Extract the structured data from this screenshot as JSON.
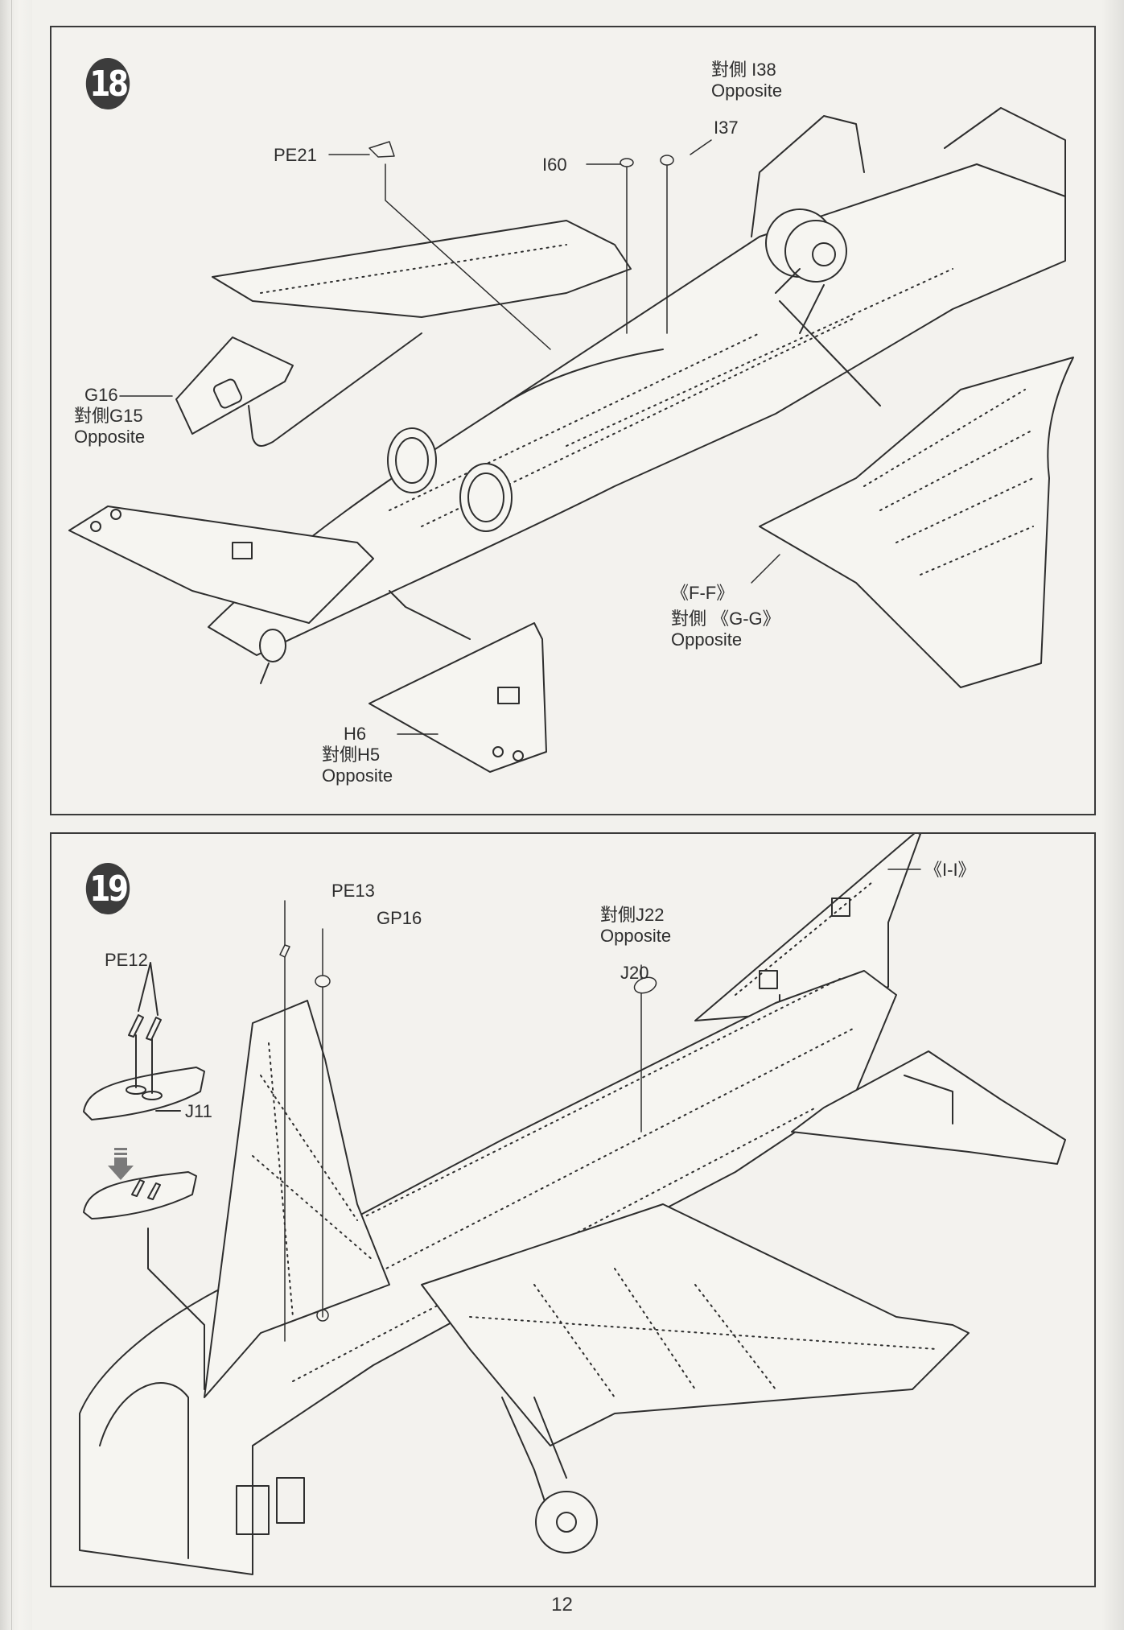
{
  "page": {
    "number": "12"
  },
  "steps": [
    {
      "number": "18",
      "labels": {
        "pe21": "PE21",
        "i38_cn": "對側 I38",
        "i38_en": "Opposite",
        "i37": "I37",
        "i60": "I60",
        "g16": "G16",
        "g15_cn": "對側G15",
        "g15_en": "Opposite",
        "ff": "《F-F》",
        "gg_cn": "對側 《G-G》",
        "gg_en": "Opposite",
        "h6": "H6",
        "h5_cn": "對側H5",
        "h5_en": "Opposite"
      }
    },
    {
      "number": "19",
      "labels": {
        "pe13": "PE13",
        "gp16": "GP16",
        "pe12": "PE12",
        "j11": "J11",
        "j22_cn": "對側J22",
        "j22_en": "Opposite",
        "j20": "J20",
        "ii": "《I-I》"
      }
    }
  ],
  "colors": {
    "ink": "#2e2e2e",
    "badge": "#3c3c3c",
    "paper": "#f2f1ed",
    "arrow": "#7a7a7a"
  }
}
